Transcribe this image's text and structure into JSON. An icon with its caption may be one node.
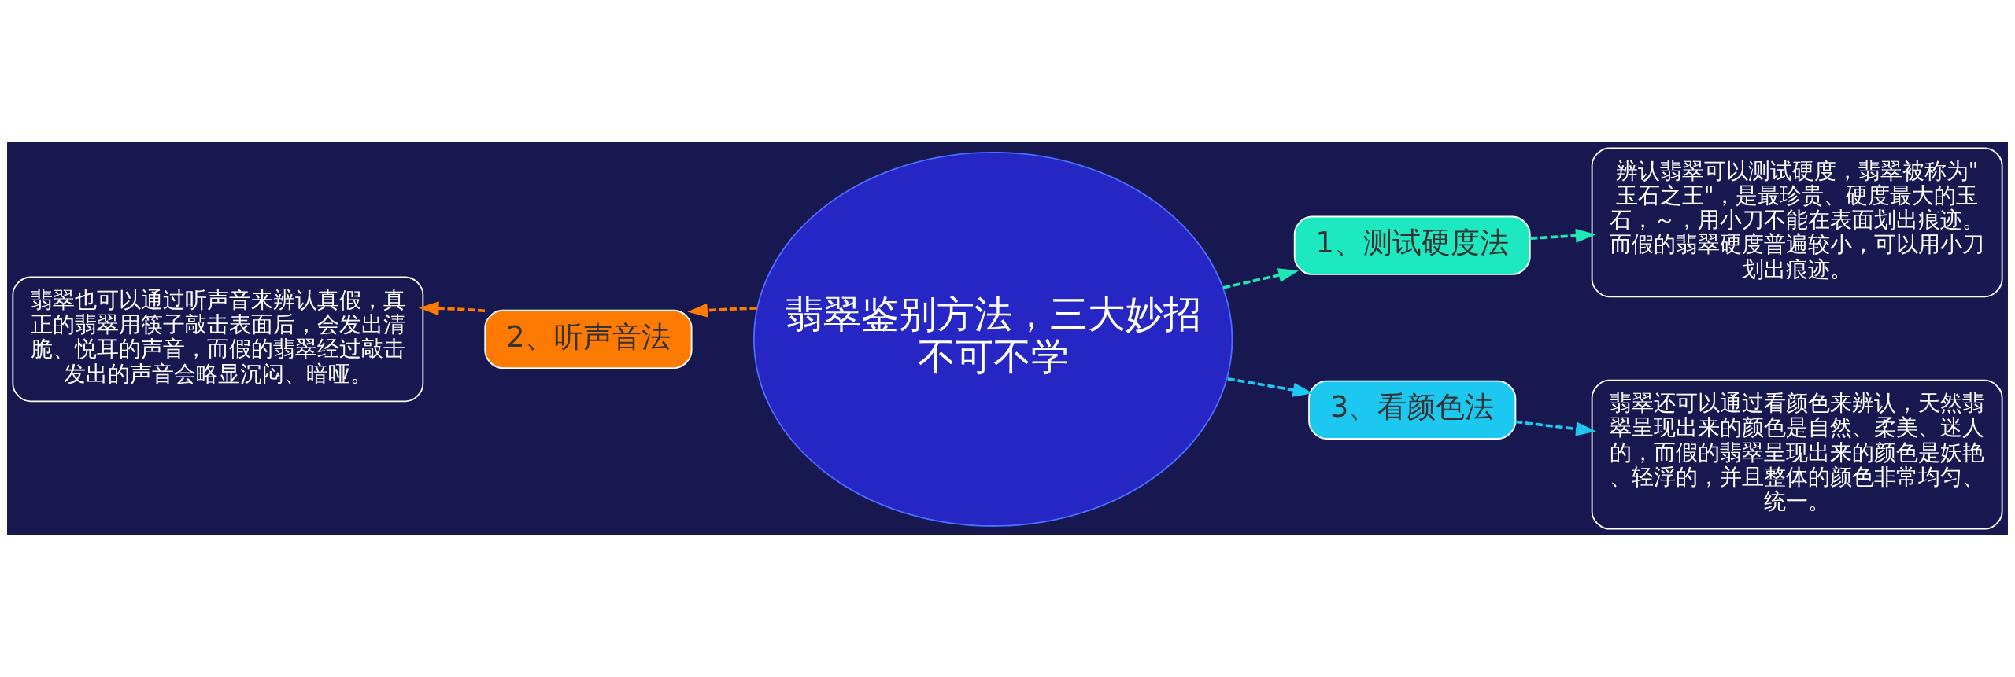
{
  "diagram": {
    "nodes": [
      {
        "text": [
          "翡翠鉴别方法，三大妙招不可不学"
        ]
      },
      {
        "text": [
          "1、测试硬度法"
        ]
      },
      {
        "text": [
          "辨认翡翠可以测试硬度，翡翠被称为\"玉石之王\"，是最珍贵、硬度最大的玉石，～，用小刀不能在表面划出痕迹。而假的翡翠硬度普遍较小，可以用小刀划出痕迹。"
        ]
      },
      {
        "text": [
          "2、听声音法"
        ]
      },
      {
        "text": [
          "翡翠也可以通过听声音来辨认真假，真正的翡翠用筷子敲击表面后，会发出清脆、悦耳的声音，而假的翡翠经过敲击发出的声音会略显沉闷、暗哑。"
        ]
      },
      {
        "text": [
          "3、看颜色法"
        ]
      },
      {
        "text": [
          "翡翠还可以通过看颜色来辨认，天然翡翠呈现出来的颜色是自然、柔美、迷人的，而假的翡翠呈现出来的颜色是妖艳、轻浮的，并且整体的颜色非常均匀、统一。"
        ]
      }
    ],
    "edges": [
      {
        "from": 0,
        "to": 1,
        "arrow": "to",
        "style": "dashed",
        "color": "#1de9b6"
      },
      {
        "from": 1,
        "to": 2,
        "arrow": "to",
        "style": "dashed",
        "color": "#1de9b6"
      },
      {
        "from": 0,
        "to": 3,
        "arrow": "to",
        "style": "dashed",
        "color": "#ff7a00"
      },
      {
        "from": 3,
        "to": 4,
        "arrow": "to",
        "style": "dashed",
        "color": "#ff7a00"
      },
      {
        "from": 0,
        "to": 5,
        "arrow": "to",
        "style": "dashed",
        "color": "#1cc8f0"
      },
      {
        "from": 5,
        "to": 6,
        "arrow": "to",
        "style": "dashed",
        "color": "#1cc8f0"
      }
    ]
  }
}
